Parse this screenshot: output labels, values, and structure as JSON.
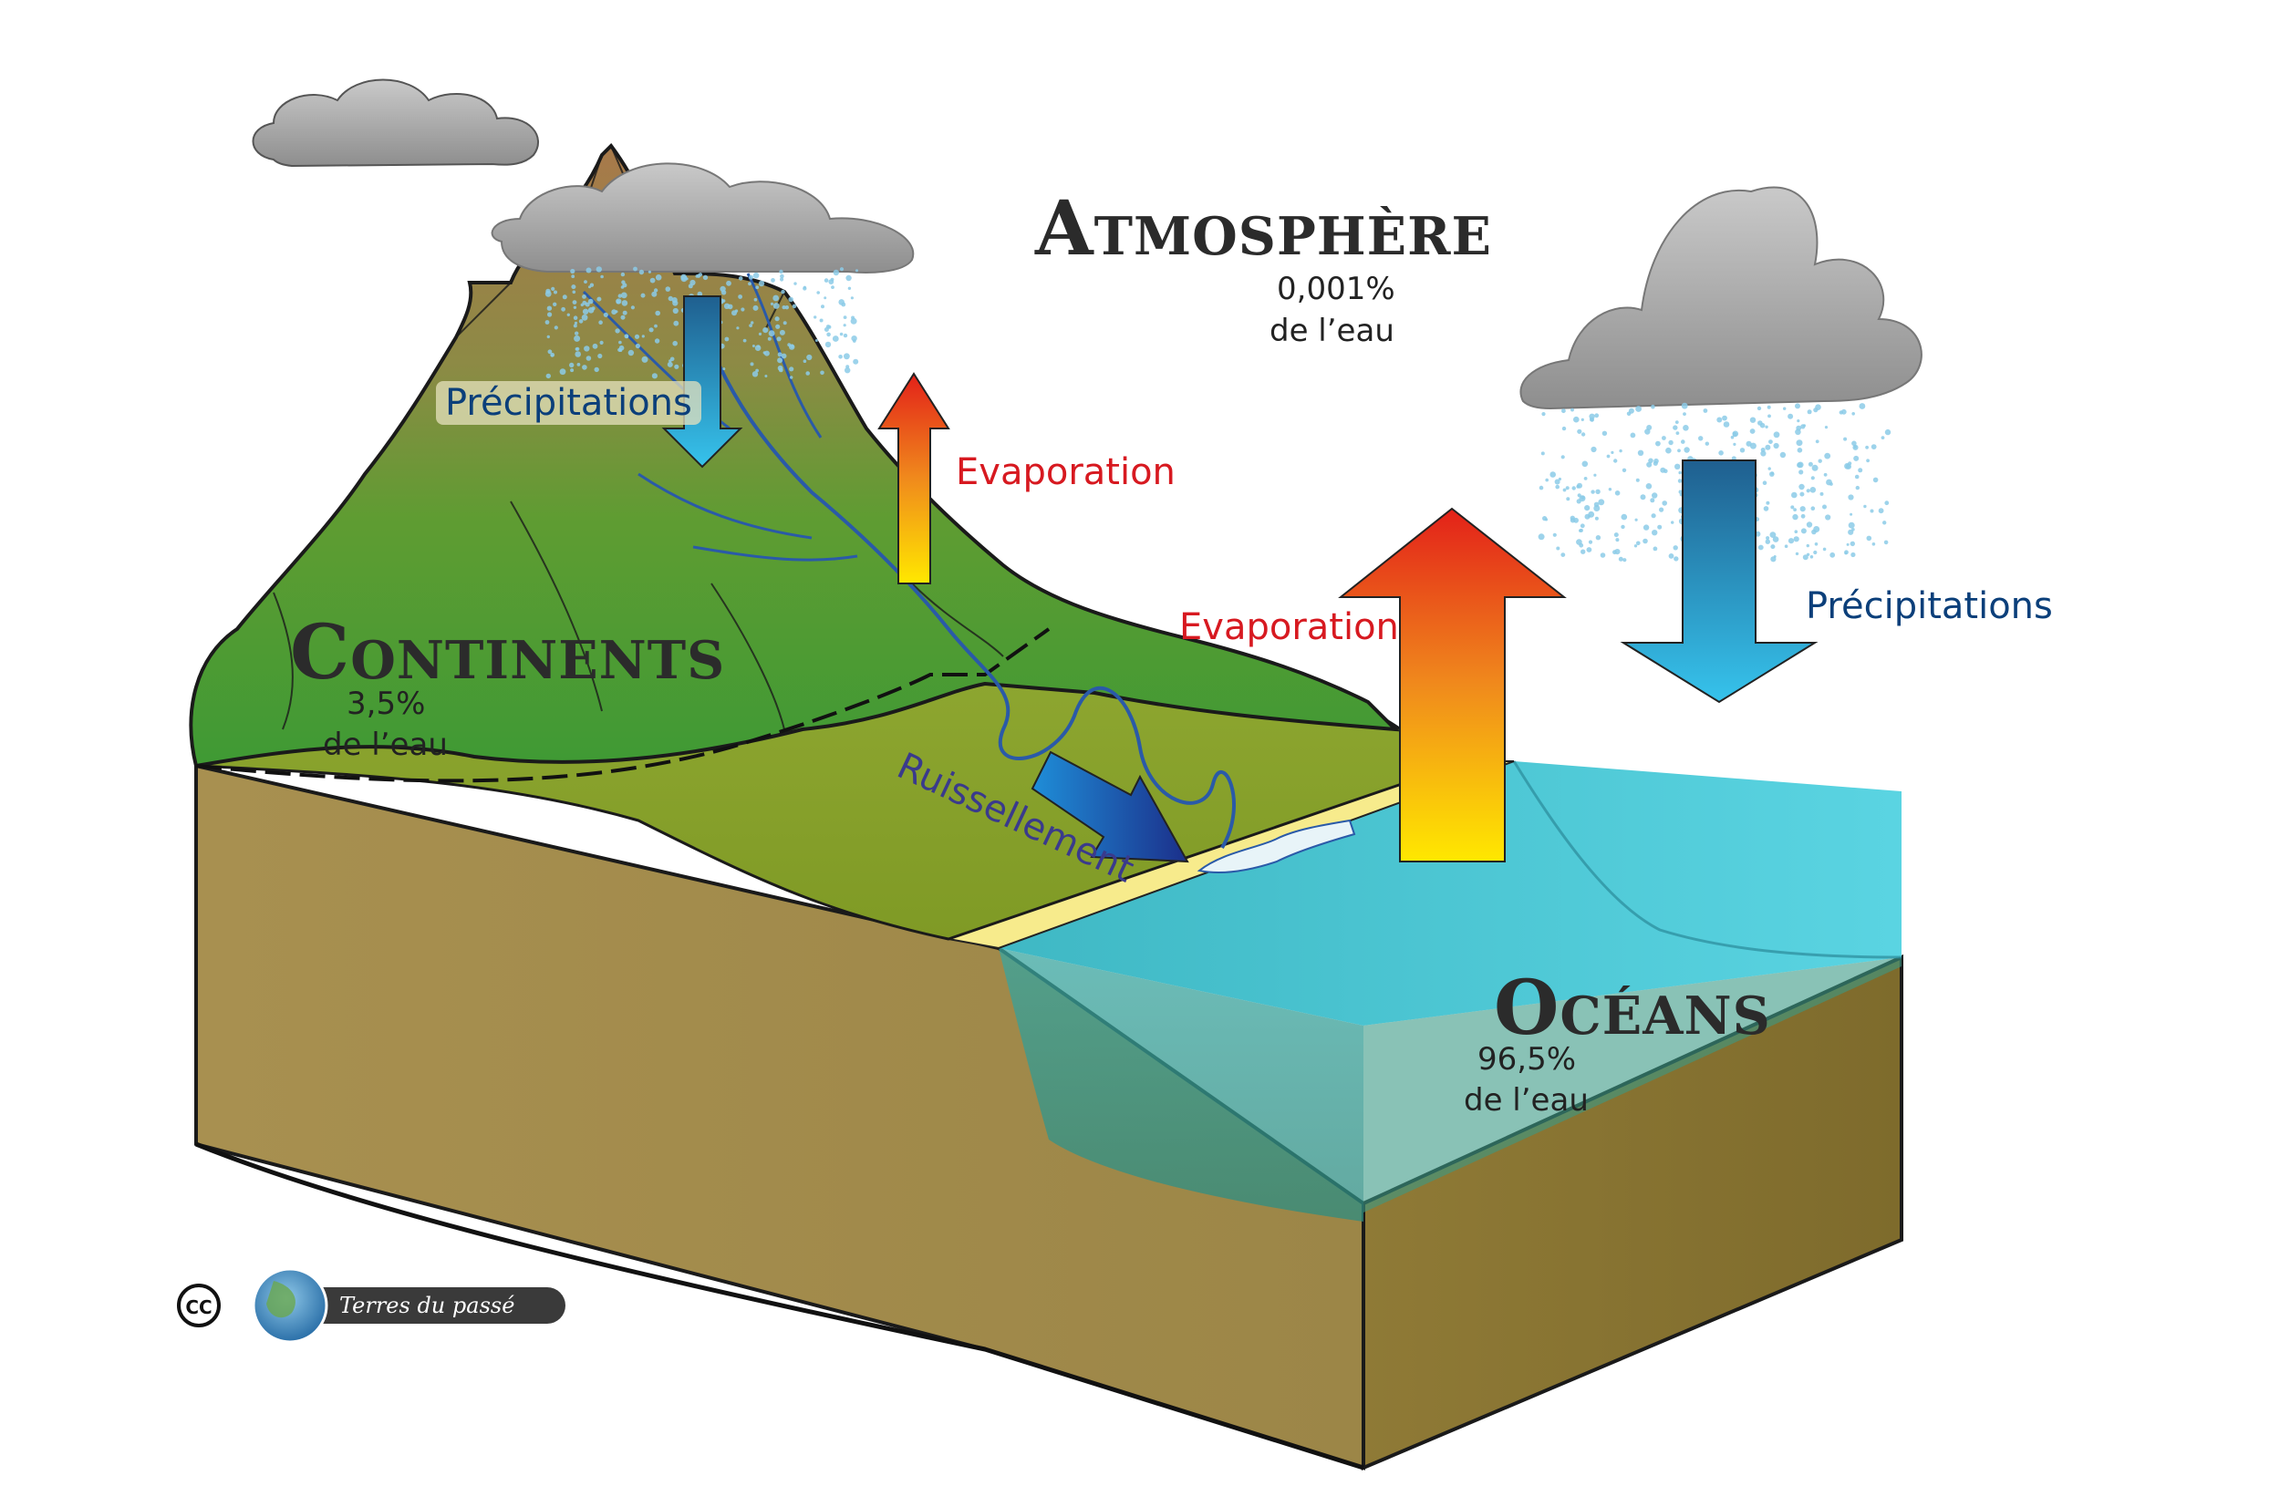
{
  "reservoirs": {
    "atmosphere": {
      "title": "Atmosphère",
      "percent": "0,001%",
      "unit": "de l’eau"
    },
    "continents": {
      "title": "Continents",
      "percent": "3,5%",
      "unit": "de l’eau"
    },
    "oceans": {
      "title": "Océans",
      "percent": "96,5%",
      "unit": "de l’eau"
    }
  },
  "processes": {
    "precipitation_land": "Précipitations",
    "evaporation_land": "Evaporation",
    "evaporation_ocean": "Evaporation",
    "precipitation_ocean": "Précipitations",
    "runoff": "Ruissellement"
  },
  "credit": {
    "license_mark": "CC",
    "text": "Terres du passé"
  },
  "colors": {
    "land_green": "#5f9c32",
    "hill_green": "#8aa52a",
    "soil": "#a08a4d",
    "ocean": "#3ec6d8",
    "precip_arrow": "#1a8fc4",
    "evap_arrow_top": "#e32119",
    "evap_arrow_bottom": "#ffe800",
    "runoff_arrow": "#1d3f94",
    "cloud": "#a9a9a9"
  }
}
